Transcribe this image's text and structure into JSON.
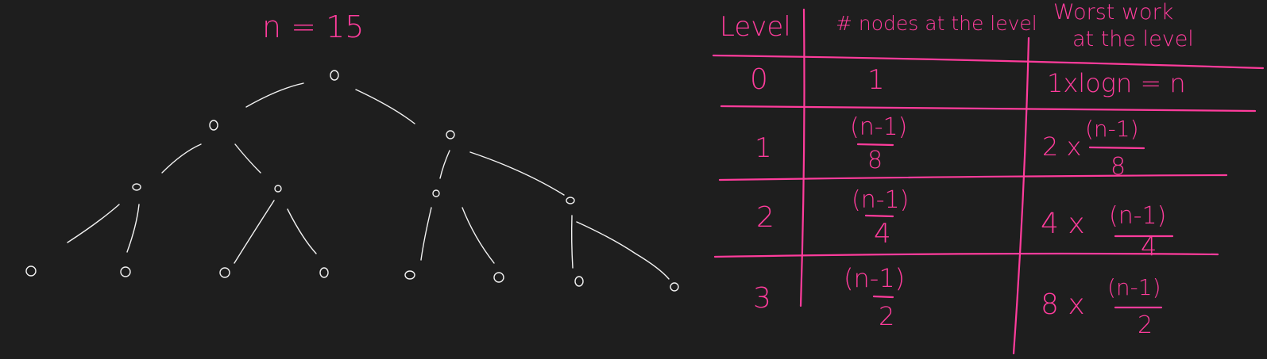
{
  "colors": {
    "background": "#1e1e1e",
    "ink_pink": "#ff3c9c",
    "ink_white": "#f2f2f2"
  },
  "tree": {
    "title": "n = 15"
  },
  "table": {
    "headers": {
      "level": "Level",
      "nodes": "# nodes at the level",
      "work_line1": "Worst work",
      "work_line2": "at the level"
    },
    "rows": [
      {
        "level": "0",
        "nodes": "1",
        "work": "1xlogn = n"
      },
      {
        "level": "1",
        "nodes_num": "(n-1)",
        "nodes_den": "8",
        "work_coef": "2 x",
        "work_num": "(n-1)",
        "work_den": "8"
      },
      {
        "level": "2",
        "nodes_num": "(n-1)",
        "nodes_den": "4",
        "work_coef": "4 x",
        "work_num": "(n-1)",
        "work_den": "4"
      },
      {
        "level": "3",
        "nodes_num": "(n-1)",
        "nodes_den": "2",
        "work_coef": "8 x",
        "work_num": "(n-1)",
        "work_den": "2"
      }
    ]
  }
}
